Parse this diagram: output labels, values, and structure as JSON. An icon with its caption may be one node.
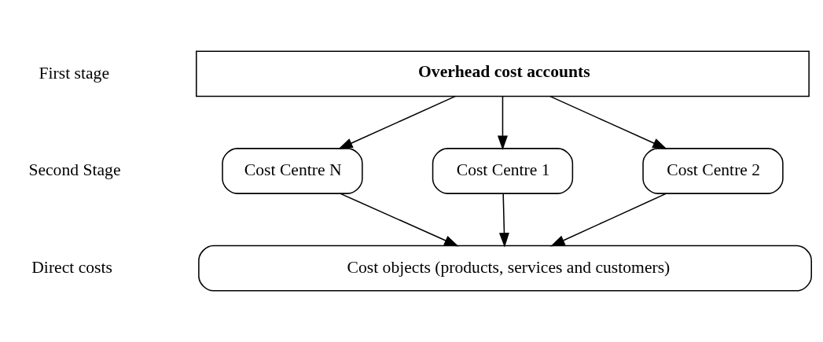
{
  "diagram": {
    "nodes": [
      {
        "text": [
          "Overhead cost accounts"
        ]
      },
      {
        "text": [
          "Cost Centre 1"
        ]
      },
      {
        "text": [
          "Cost Centre 2"
        ]
      },
      {
        "text": [
          "Cost Centre N"
        ]
      },
      {
        "text": [
          "Cost objects (products, services and customers)"
        ]
      }
    ],
    "edges": [
      {
        "from": 0,
        "to": 1,
        "arrow": "to"
      },
      {
        "from": 0,
        "to": 2,
        "arrow": "to"
      },
      {
        "from": 0,
        "to": 3,
        "arrow": "to"
      },
      {
        "from": 1,
        "to": 4,
        "arrow": "to"
      },
      {
        "from": 2,
        "to": 4,
        "arrow": "to"
      },
      {
        "from": 3,
        "to": 4,
        "arrow": "to"
      }
    ],
    "labels": [
      "First stage",
      "Second Stage",
      "Direct costs"
    ]
  }
}
